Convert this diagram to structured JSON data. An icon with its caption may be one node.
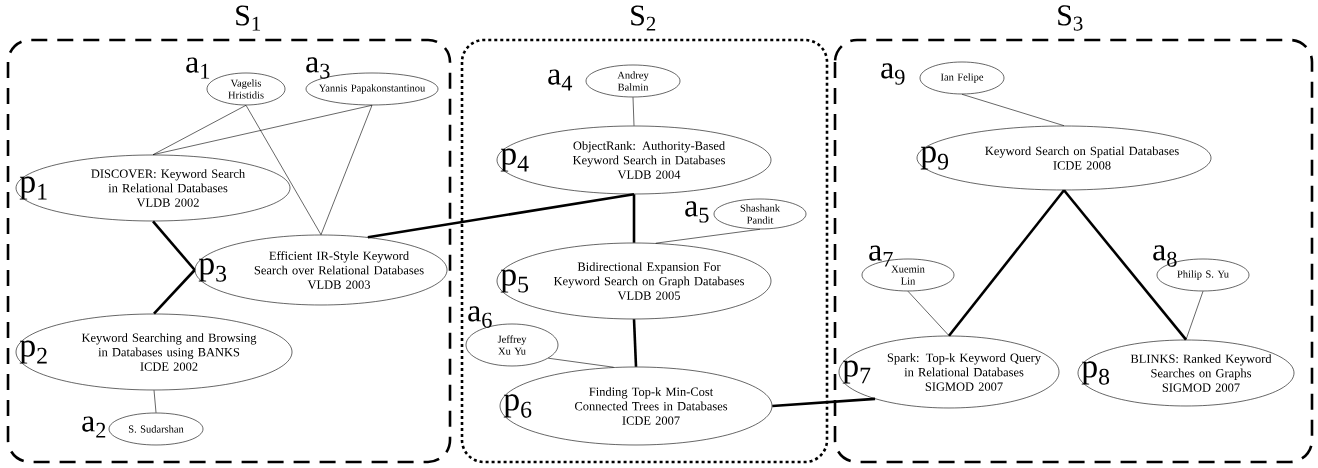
{
  "diagram": {
    "nodes": [
      {
        "text": [
          "S$_{1}$"
        ]
      },
      {
        "text": [
          "Vagelis Hristidis"
        ],
        "beside": [
          "a$_{1}$"
        ],
        "in": 0
      },
      {
        "text": [
          "Yannis Papakonstantinou"
        ],
        "beside": [
          "a$_{3}$"
        ],
        "in": 0
      },
      {
        "text": [
          "p$_{1}$",
          "DISCOVER: Keyword Search in Relational Databases",
          "VLDB 2002"
        ],
        "in": 0
      },
      {
        "text": [
          "p$_{3}$",
          "Efficient IR-Style Keyword Search over Relational Databases",
          "VLDB 2003"
        ],
        "in": 0
      },
      {
        "text": [
          "p$_{2}$",
          "Keyword Searching and Browsing in Databases using BANKS",
          "ICDE 2002"
        ],
        "in": 0
      },
      {
        "text": [
          "S. Sudarshan"
        ],
        "beside": [
          "a$_{2}$"
        ],
        "in": 0
      },
      {
        "text": [
          "S$_{2}$"
        ]
      },
      {
        "text": [
          "Andrey Balmin"
        ],
        "beside": [
          "a$_{4}$"
        ],
        "in": 7
      },
      {
        "text": [
          "p$_{4}$",
          "ObjectRank: Authority-Based Keyword Search in Databases",
          "VLDB 2004"
        ],
        "in": 7
      },
      {
        "text": [
          "Shashank Pandit"
        ],
        "beside": [
          "a$_{5}$"
        ],
        "in": 7
      },
      {
        "text": [
          "p$_{5}$",
          "Bidirectional Expansion For Keyword Search on Graph Databases",
          "VLDB 2005"
        ],
        "in": 7
      },
      {
        "text": [
          "Jeffrey Xu Yu"
        ],
        "beside": [
          "a$_{6}$"
        ],
        "in": 7
      },
      {
        "text": [
          "p$_{6}$",
          "Finding Top-k Min-Cost Connected Trees in Databases",
          "ICDE 2007"
        ],
        "in": 7
      },
      {
        "text": [
          "S$_{3}$"
        ]
      },
      {
        "text": [
          "Ian Felipe"
        ],
        "beside": [
          "a$_{9}$"
        ],
        "in": 14
      },
      {
        "text": [
          "p$_{9}$",
          "Keyword Search on Spatial Databases",
          "ICDE 2008"
        ],
        "in": 14
      },
      {
        "text": [
          "Xuemin Lin"
        ],
        "beside": [
          "a$_{7}$"
        ],
        "in": 14
      },
      {
        "text": [
          "Philip S. Yu"
        ],
        "beside": [
          "a$_{8}$"
        ],
        "in": 14
      },
      {
        "text": [
          "p$_{7}$",
          "Spark: Top-k Keyword Query in Relational Databases",
          "SIGMOD 2007"
        ],
        "in": 14
      },
      {
        "text": [
          "p$_{8}$",
          "BLINKS: Ranked Keyword Searches on Graphs",
          "SIGMOD 2007"
        ],
        "in": 14
      }
    ],
    "edges": [
      {
        "from": 1,
        "to": 3,
        "arrow": "none"
      },
      {
        "from": 2,
        "to": 3,
        "arrow": "none"
      },
      {
        "from": 1,
        "to": 4,
        "arrow": "none"
      },
      {
        "from": 2,
        "to": 4,
        "arrow": "none"
      },
      {
        "from": 3,
        "to": 4,
        "arrow": "none",
        "style": "thick"
      },
      {
        "from": 5,
        "to": 4,
        "arrow": "none",
        "style": "thick"
      },
      {
        "from": 6,
        "to": 5,
        "arrow": "none"
      },
      {
        "from": 4,
        "to": 9,
        "arrow": "none",
        "style": "thick"
      },
      {
        "from": 8,
        "to": 9,
        "arrow": "none"
      },
      {
        "from": 9,
        "to": 11,
        "arrow": "none",
        "style": "thick"
      },
      {
        "from": 10,
        "to": 11,
        "arrow": "none"
      },
      {
        "from": 11,
        "to": 13,
        "arrow": "none",
        "style": "thick"
      },
      {
        "from": 12,
        "to": 13,
        "arrow": "none"
      },
      {
        "from": 13,
        "to": 19,
        "arrow": "none",
        "style": "thick"
      },
      {
        "from": 15,
        "to": 16,
        "arrow": "none"
      },
      {
        "from": 16,
        "to": 19,
        "arrow": "none",
        "style": "thick"
      },
      {
        "from": 16,
        "to": 20,
        "arrow": "none",
        "style": "thick"
      },
      {
        "from": 17,
        "to": 19,
        "arrow": "none"
      },
      {
        "from": 18,
        "to": 20,
        "arrow": "none"
      }
    ]
  }
}
